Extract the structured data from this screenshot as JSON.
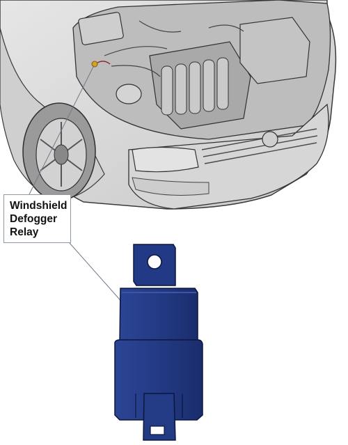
{
  "callout": {
    "lines": [
      "Windshield",
      "Defogger",
      "Relay"
    ]
  },
  "colors": {
    "relay_body": "#233a84",
    "relay_edge": "#0b1640",
    "relay_highlight": "#3b55a8",
    "car_body": "#d9d9d9",
    "car_outline": "#3a3a3a",
    "leader_line": "#6e7a88",
    "callout_border": "#8c9aa8"
  },
  "icons": {
    "car": "car-front-engine-bay-icon",
    "relay": "relay-icon"
  }
}
